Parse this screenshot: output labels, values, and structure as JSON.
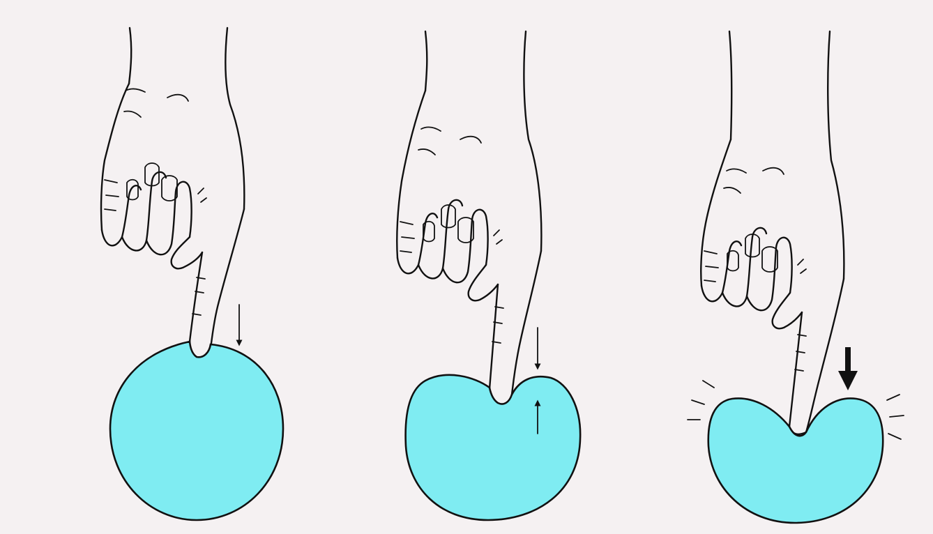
{
  "figure": {
    "background_color": "#f5f1f2",
    "ball_color": "#7fecf2",
    "line_color": "#111111",
    "panels": [
      {
        "id": "panel-1",
        "ball_shape": "round",
        "arrows": [
          {
            "direction": "down",
            "weight": "thin"
          }
        ],
        "impact_marks": false
      },
      {
        "id": "panel-2",
        "ball_shape": "dented",
        "arrows": [
          {
            "direction": "down",
            "weight": "thin"
          },
          {
            "direction": "up",
            "weight": "thin"
          }
        ],
        "impact_marks": false
      },
      {
        "id": "panel-3",
        "ball_shape": "deeply-dented",
        "arrows": [
          {
            "direction": "down",
            "weight": "bold"
          }
        ],
        "impact_marks": true
      }
    ]
  }
}
